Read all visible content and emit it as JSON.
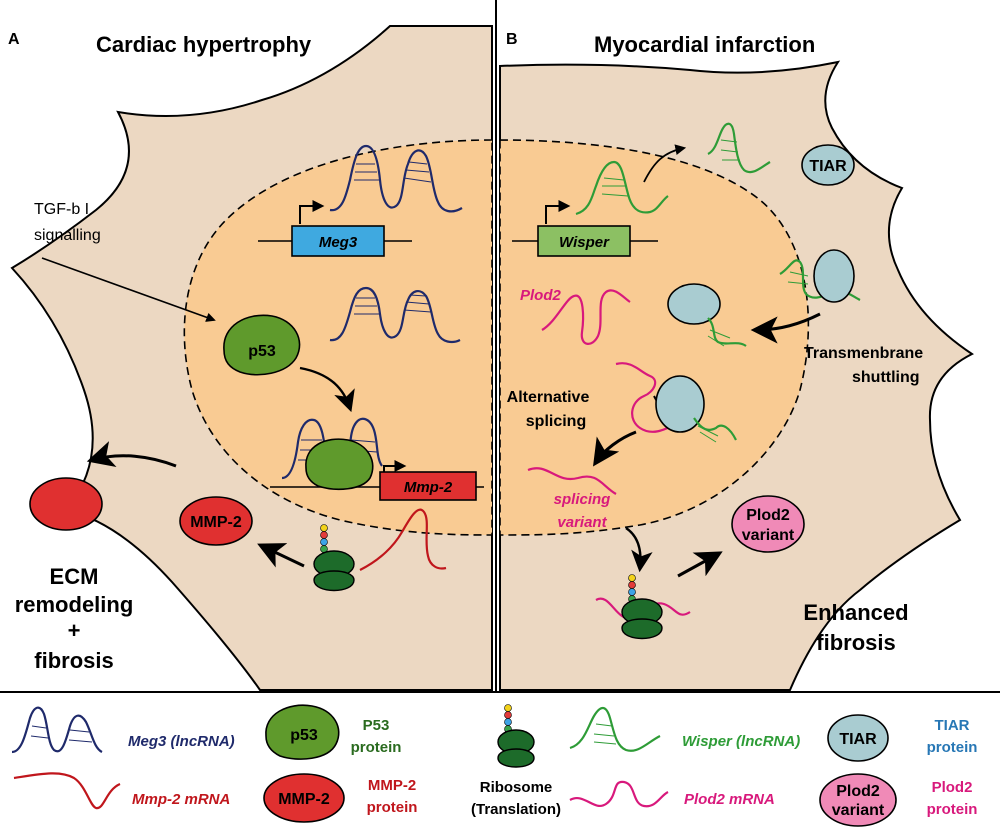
{
  "panels": {
    "a": {
      "letter": "A",
      "title": "Cardiac hypertrophy",
      "signal_line1": "TGF-b I",
      "signal_line2": "signalling",
      "gene_meg3": "Meg3",
      "protein_p53": "p53",
      "gene_mmp2": "Mmp-2",
      "protein_mmp2": "MMP-2",
      "outcome_line1": "ECM",
      "outcome_line2": "remodeling",
      "outcome_line3": "+",
      "outcome_line4": "fibrosis"
    },
    "b": {
      "letter": "B",
      "title": "Myocardial infarction",
      "gene_wisper": "Wisper",
      "protein_tiar": "TIAR",
      "mrna_plod2": "Plod2",
      "shuttling_line1": "Transmenbrane",
      "shuttling_line2": "shuttling",
      "splicing_line1": "Alternative",
      "splicing_line2": "splicing",
      "variant_line1": "splicing",
      "variant_line2": "variant",
      "protein_variant_line1": "Plod2",
      "protein_variant_line2": "variant",
      "outcome_line1": "Enhanced",
      "outcome_line2": "fibrosis"
    }
  },
  "legend": {
    "meg3": "Meg3 (lncRNA)",
    "p53_icon": "p53",
    "p53_line1": "P53",
    "p53_line2": "protein",
    "ribosome_line1": "Ribosome",
    "ribosome_line2": "(Translation)",
    "wisper": "Wisper (lncRNA)",
    "tiar_icon": "TIAR",
    "tiar_line1": "TIAR",
    "tiar_line2": "protein",
    "mmp2_mrna": "Mmp-2 mRNA",
    "mmp2_icon": "MMP-2",
    "mmp2_line1": "MMP-2",
    "mmp2_line2": "protein",
    "plod2_mrna": "Plod2 mRNA",
    "plod2_icon_line1": "Plod2",
    "plod2_icon_line2": "variant",
    "plod2_line1": "Plod2",
    "plod2_line2": "protein"
  },
  "colors": {
    "cell": "#ecd8c2",
    "nucleus": "#f9cb93",
    "meg3": "#1f2a6b",
    "p53": "#5f9a2c",
    "mmp2": "#e03030",
    "mmp2_mrna": "#c0161c",
    "ribosome": "#1d6b2a",
    "wisper": "#2e9c37",
    "tiar": "#a9ccd1",
    "plod2": "#d8197c",
    "plod2_protein": "#f08ab7",
    "meg3_box": "#3fa9e0",
    "wisper_box": "#8cc063"
  },
  "icons": [
    "arrow-icon",
    "promoter-arrow-icon",
    "inhibition-bar-icon",
    "ribosome-icon",
    "lncrna-hairpin-icon"
  ]
}
